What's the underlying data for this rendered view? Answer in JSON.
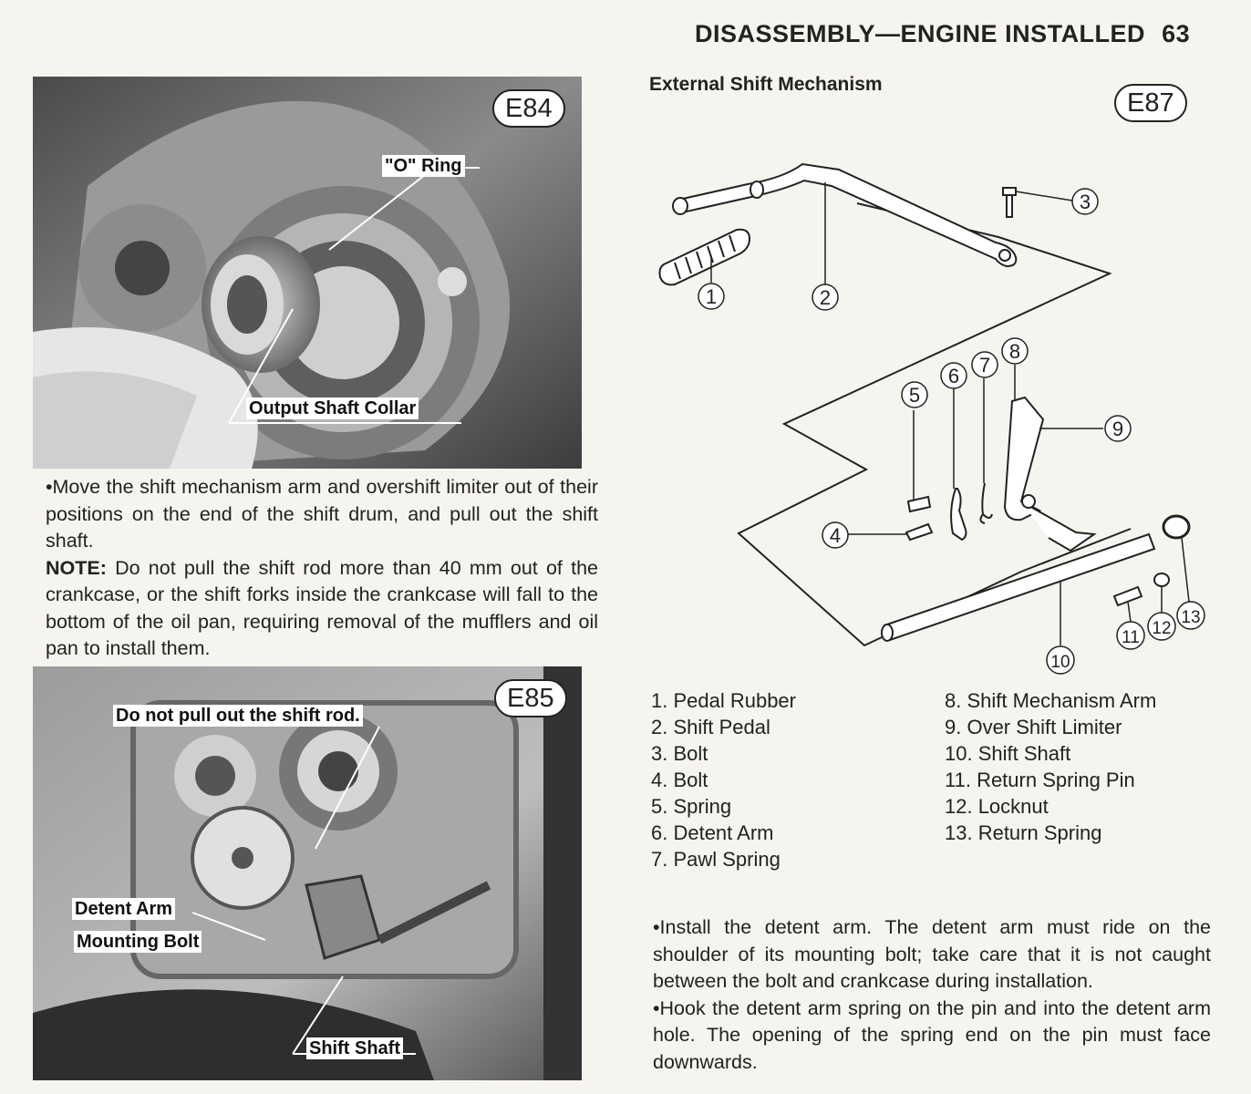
{
  "header": {
    "title": "DISASSEMBLY—ENGINE INSTALLED",
    "page": "63"
  },
  "section_title": "External Shift Mechanism",
  "figures": {
    "e84": {
      "tag": "E84",
      "label_oring": "\"O\" Ring",
      "label_collar": "Output Shaft Collar"
    },
    "e85": {
      "tag": "E85",
      "label_top": "Do not pull out the shift rod.",
      "label_detent": "Detent Arm",
      "label_bolt": "Mounting Bolt",
      "label_shaft": "Shift Shaft"
    },
    "e87": {
      "tag": "E87"
    }
  },
  "left_text": {
    "bullet1": "•Move the shift mechanism arm and overshift limiter out of their positions on the end of the shift drum, and pull out the shift shaft.",
    "note_label": "NOTE:",
    "note_text": "Do not pull the shift rod more than 40 mm out of the crankcase, or the shift forks inside the crankcase will fall to the bottom of the oil pan, requiring removal of the mufflers and oil pan to install them."
  },
  "diagram_callouts": [
    "1",
    "2",
    "3",
    "4",
    "5",
    "6",
    "7",
    "8",
    "9",
    "10",
    "11",
    "12",
    "13"
  ],
  "parts_left": [
    "1.  Pedal Rubber",
    "2.  Shift Pedal",
    "3.  Bolt",
    "4.  Bolt",
    "5.  Spring",
    "6.  Detent Arm",
    "7.  Pawl Spring"
  ],
  "parts_right": [
    "8.  Shift Mechanism Arm",
    "9.  Over Shift Limiter",
    "10.  Shift Shaft",
    "11.  Return Spring Pin",
    "12.  Locknut",
    "13.  Return Spring"
  ],
  "right_text": {
    "bullet1": "•Install the detent arm.  The detent arm must ride on the shoulder of its mounting bolt; take care that it is not caught between the bolt and crankcase during installation.",
    "bullet2": "•Hook the detent arm spring on the pin and into the detent arm hole.  The opening of the spring end on the pin must face downwards."
  }
}
